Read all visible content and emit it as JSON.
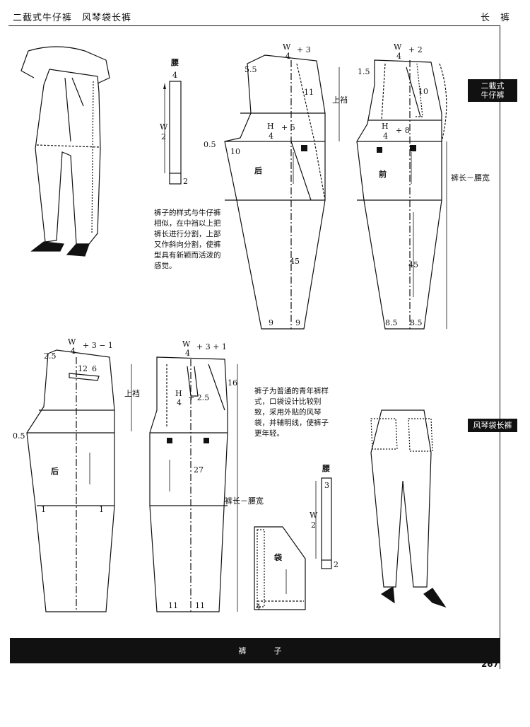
{
  "header": {
    "left": "二截式牛仔裤　风琴袋长裤",
    "right": "长　裤"
  },
  "side_tabs": [
    {
      "text": "二截式\n牛仔裤"
    },
    {
      "text": "风琴袋长裤"
    }
  ],
  "descriptions": {
    "top": "裤子的样式与牛仔裤相似，在中裆以上把裤长进行分割，上部又作斜向分割，使裤型具有新颖而活泼的感觉。",
    "bottom": "裤子为普通的青年裤样式，口袋设计比较别致，采用外贴的风琴袋，并辅明线，使裤子更年轻。"
  },
  "labels": {
    "waist": "腰",
    "back": "后",
    "front": "前",
    "pocket": "袋",
    "rise": "上裆",
    "length_minus_waist": "裤长－腰宽",
    "W": "W",
    "H": "H",
    "n2": "2",
    "n4": "4",
    "n3": "3",
    "n1": "1",
    "n5": "5",
    "n6": "6",
    "n8": "8",
    "n9": "9",
    "n10": "10",
    "n11": "11",
    "n12": "12",
    "n16": "16",
    "n27": "27",
    "n45": "45",
    "n05": "0.5",
    "n15": "1.5",
    "n25": "2.5",
    "n55": "5.5",
    "n85": "8.5",
    "plus3": "+ 3",
    "plus2": "+ 2",
    "plus1": "+ 1",
    "plus25": "+ 2.5",
    "plus5": "+ 5",
    "plus8": "+ 8",
    "plus3m1": "+ 3 − 1",
    "plus3p1": "+ 3 + 1"
  },
  "footer": {
    "band": "裤　子",
    "page": "267"
  }
}
